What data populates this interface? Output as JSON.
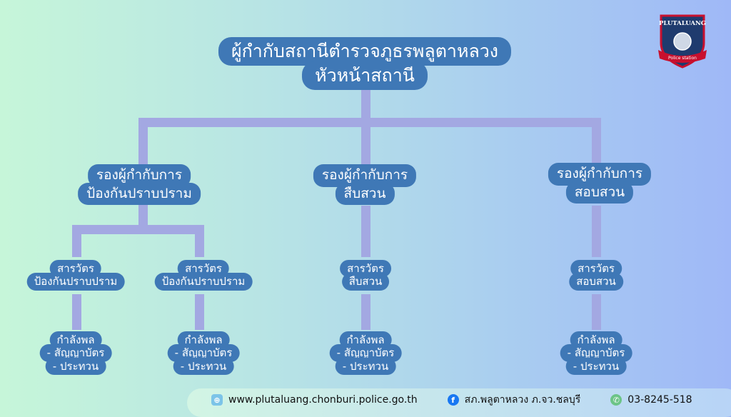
{
  "head": {
    "lines": [
      "ผู้กำกับสถานีตำรวจภูธรพลูตาหลวง",
      "หัวหน้าสถานี"
    ]
  },
  "deputies": [
    {
      "lines": [
        "รองผู้กำกับการ",
        "ป้องกันปราบปราม"
      ]
    },
    {
      "lines": [
        "รองผู้กำกับการ",
        "สืบสวน"
      ]
    },
    {
      "lines": [
        "รองผู้กำกับการ",
        "สอบสวน"
      ]
    }
  ],
  "inspectors": [
    {
      "lines": [
        "สารวัตร",
        "ป้องกันปราบปราม"
      ]
    },
    {
      "lines": [
        "สารวัตร",
        "ป้องกันปราบปราม"
      ]
    },
    {
      "lines": [
        "สารวัตร",
        "สืบสวน"
      ]
    },
    {
      "lines": [
        "สารวัตร",
        "สอบสวน"
      ]
    }
  ],
  "staff": [
    {
      "lines": [
        "กำลังพล",
        "- สัญญาบัตร",
        "- ประทวน"
      ]
    },
    {
      "lines": [
        "กำลังพล",
        "- สัญญาบัตร",
        "- ประทวน"
      ]
    },
    {
      "lines": [
        "กำลังพล",
        "- สัญญาบัตร",
        "- ประทวน"
      ]
    },
    {
      "lines": [
        "กำลังพล",
        "- สัญญาบัตร",
        "- ประทวน"
      ]
    }
  ],
  "logo": {
    "title": "PLUTALUANG",
    "subtitle": "Police station"
  },
  "footer": {
    "website": "www.plutaluang.chonburi.police.go.th",
    "facebook": "สภ.พลูตาหลวง ภ.จว.ชลบุรี",
    "phone": "03-8245-518"
  },
  "colors": {
    "box": "#3f78b6",
    "connector": "#a3a8e2"
  }
}
